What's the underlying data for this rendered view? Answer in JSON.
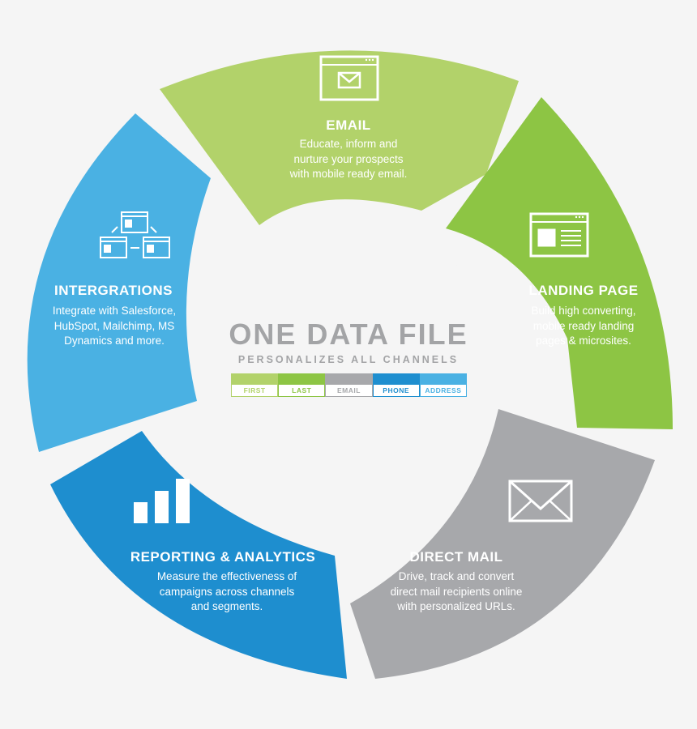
{
  "colors": {
    "email": "#b2d26a",
    "landing_page": "#8dc544",
    "direct_mail": "#a7a8ab",
    "reporting": "#1e8ecf",
    "integrations": "#4ab1e3",
    "center_text": "#a3a4a6",
    "background": "#f5f5f5"
  },
  "segments": {
    "email": {
      "title": "EMAIL",
      "description": "Educate, inform and\nnurture your prospects\nwith mobile ready email.",
      "icon": "email-window-icon"
    },
    "landing_page": {
      "title": "LANDING PAGE",
      "description": "Build high converting,\nmobile ready landing\npages & microsites.",
      "icon": "landing-page-icon"
    },
    "direct_mail": {
      "title": "DIRECT MAIL",
      "description": "Drive, track and convert\ndirect mail recipients online\nwith personalized URLs.",
      "icon": "envelope-icon"
    },
    "reporting": {
      "title": "REPORTING & ANALYTICS",
      "description": "Measure the effectiveness of\ncampaigns across channels\nand segments.",
      "icon": "bar-chart-icon"
    },
    "integrations": {
      "title": "INTERGRATIONS",
      "description": "Integrate with Salesforce,\nHubSpot, Mailchimp, MS\nDynamics and more.",
      "icon": "integrations-icon"
    }
  },
  "center": {
    "title": "ONE DATA FILE",
    "subtitle": "PERSONALIZES ALL CHANNELS",
    "fields": [
      {
        "label": "FIRST",
        "color": "#b2d26a"
      },
      {
        "label": "LAST",
        "color": "#8dc544"
      },
      {
        "label": "EMAIL",
        "color": "#a7a8ab"
      },
      {
        "label": "PHONE",
        "color": "#1e8ecf"
      },
      {
        "label": "ADDRESS",
        "color": "#4ab1e3"
      }
    ]
  }
}
